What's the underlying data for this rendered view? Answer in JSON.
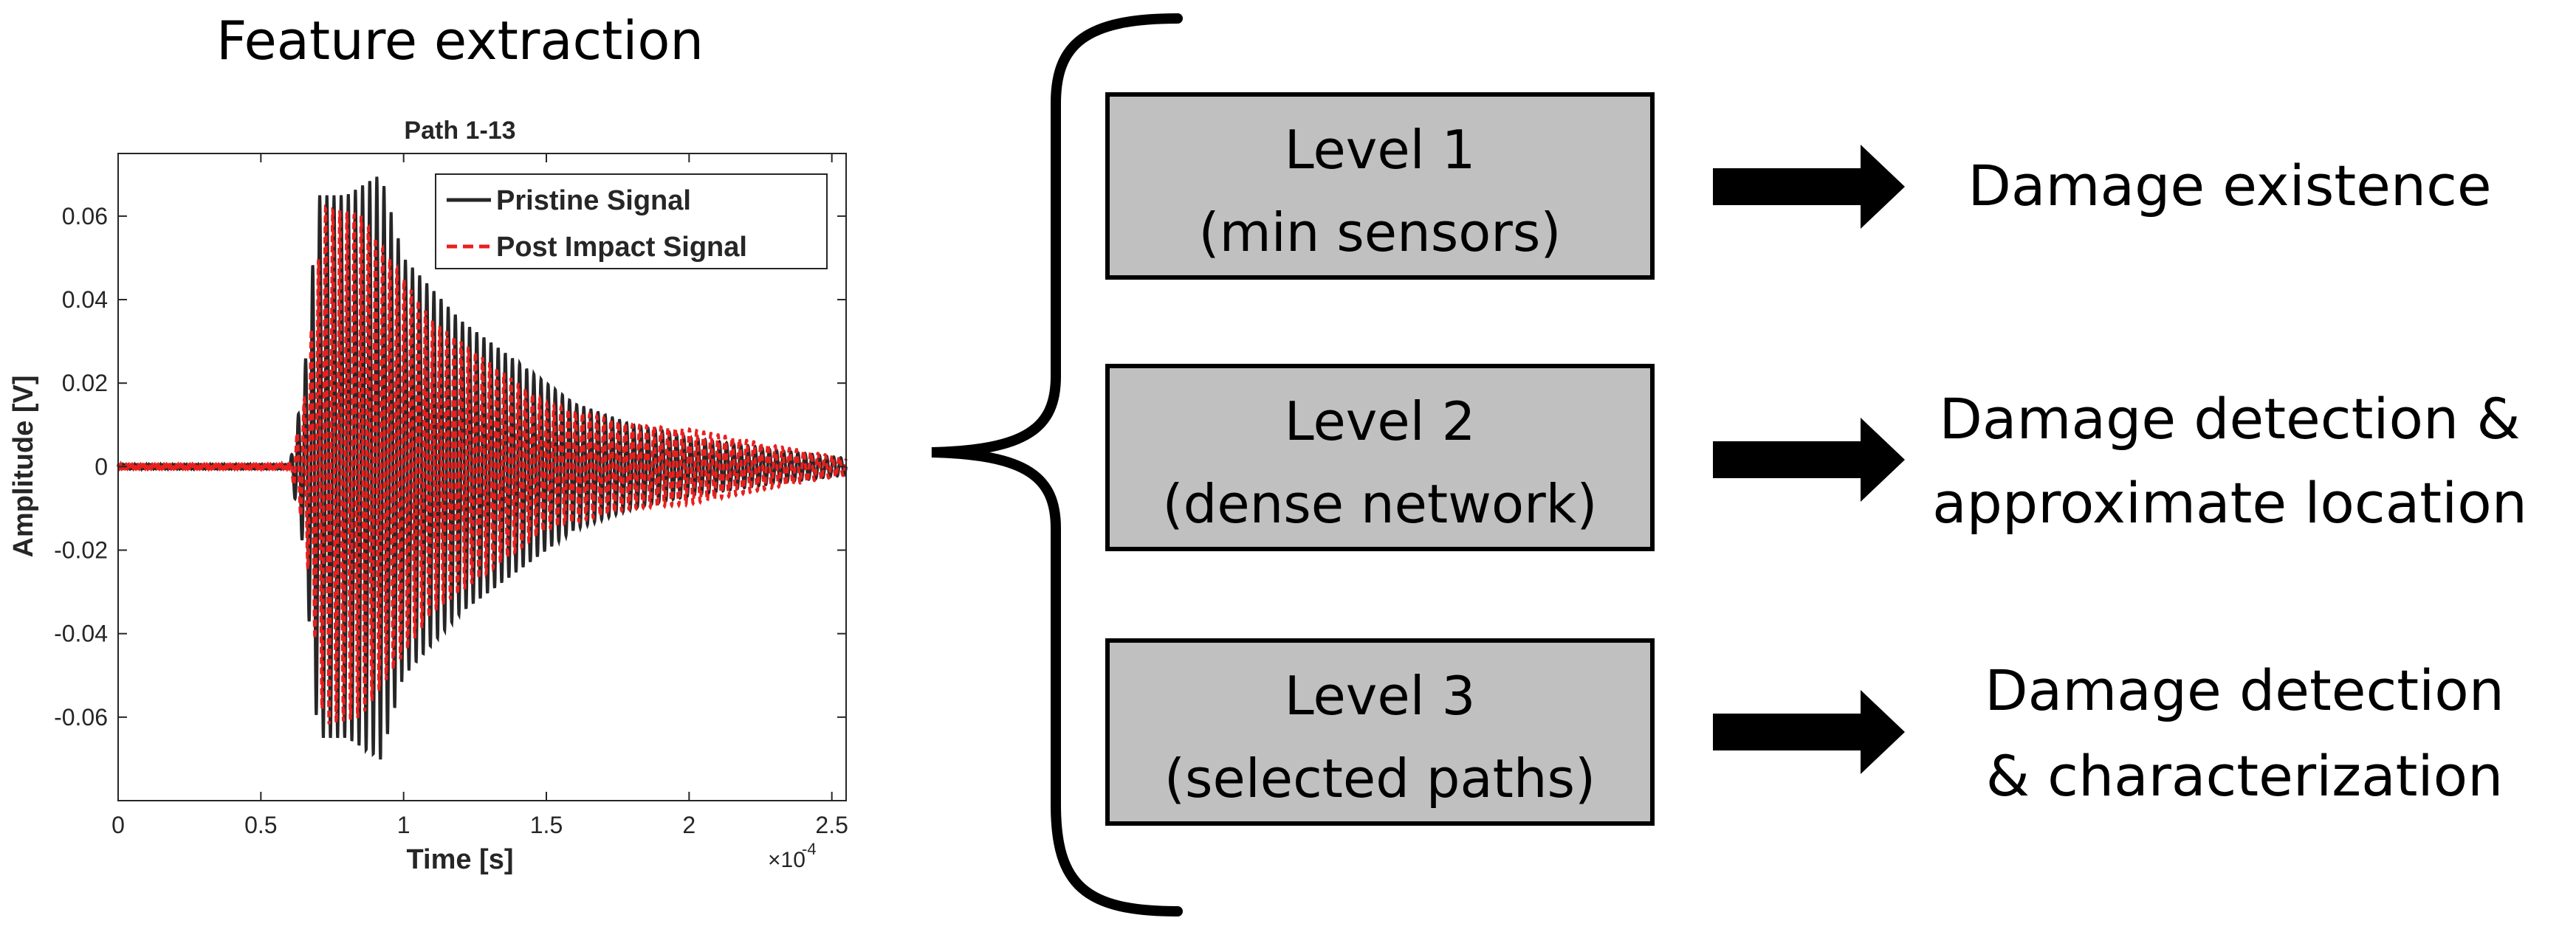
{
  "header": {
    "title": "Feature extraction"
  },
  "chart_data": {
    "type": "line",
    "title": "Path 1-13",
    "xlabel": "Time [s]",
    "ylabel": "Amplitude [V]",
    "x_exponent_label": "×10",
    "x_exponent_power": "-4",
    "xlim": [
      0,
      2.55
    ],
    "ylim": [
      -0.08,
      0.075
    ],
    "x_ticks": [
      0,
      0.5,
      1,
      1.5,
      2,
      2.5
    ],
    "x_tick_labels": [
      "0",
      "0.5",
      "1",
      "1.5",
      "2",
      "2.5"
    ],
    "y_ticks": [
      0.06,
      0.04,
      0.02,
      0,
      -0.02,
      -0.04,
      -0.06
    ],
    "y_tick_labels": [
      "0.06",
      "0.04",
      "0.02",
      "0",
      "-0.02",
      "-0.04",
      "-0.06"
    ],
    "legend_position": "top-right",
    "series": [
      {
        "name": "Pristine Signal",
        "color": "#262626",
        "style": "solid",
        "peak_envelope": [
          [
            0.6,
            0.0
          ],
          [
            0.65,
            0.02
          ],
          [
            0.7,
            0.065
          ],
          [
            0.8,
            0.065
          ],
          [
            0.92,
            0.07
          ],
          [
            1.0,
            0.05
          ],
          [
            1.2,
            0.035
          ],
          [
            1.4,
            0.025
          ],
          [
            1.6,
            0.015
          ],
          [
            1.8,
            0.01
          ],
          [
            2.0,
            0.007
          ],
          [
            2.3,
            0.004
          ],
          [
            2.55,
            0.002
          ]
        ]
      },
      {
        "name": "Post Impact Signal",
        "color": "#e8201e",
        "style": "dashed",
        "peak_envelope": [
          [
            0.6,
            0.0
          ],
          [
            0.65,
            0.015
          ],
          [
            0.72,
            0.062
          ],
          [
            0.85,
            0.06
          ],
          [
            0.95,
            0.05
          ],
          [
            1.1,
            0.035
          ],
          [
            1.3,
            0.025
          ],
          [
            1.5,
            0.015
          ],
          [
            1.8,
            0.01
          ],
          [
            2.0,
            0.009
          ],
          [
            2.3,
            0.005
          ],
          [
            2.55,
            0.002
          ]
        ]
      }
    ]
  },
  "levels": [
    {
      "line1": "Level 1",
      "line2": "(min sensors)",
      "result_lines": [
        "Damage existence"
      ]
    },
    {
      "line1": "Level 2",
      "line2": "(dense network)",
      "result_lines": [
        "Damage detection &",
        "approximate location"
      ]
    },
    {
      "line1": "Level 3",
      "line2": "(selected paths)",
      "result_lines": [
        "Damage detection",
        "& characterization"
      ]
    }
  ],
  "colors": {
    "box_fill": "#c0c0c0",
    "pristine": "#262626",
    "post_impact": "#e8201e"
  }
}
